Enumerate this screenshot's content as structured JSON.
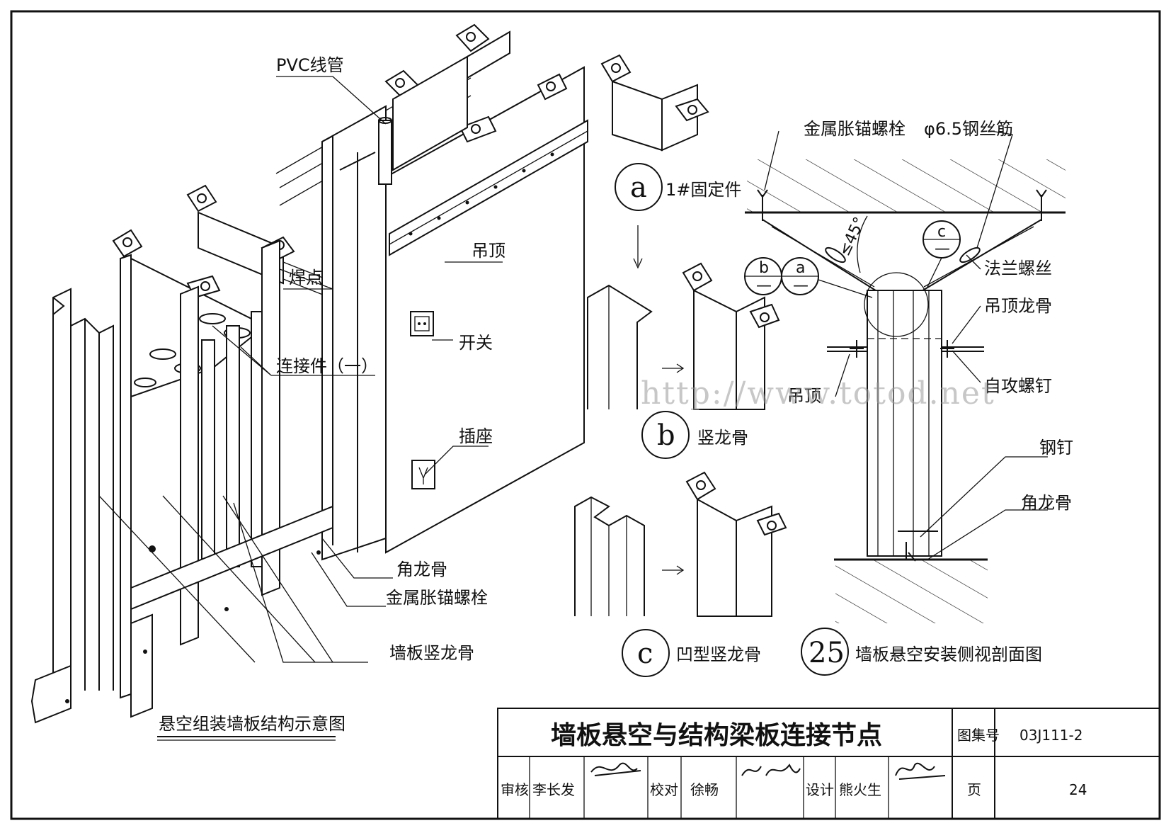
{
  "labels": {
    "pvc_pipe": "PVC线管",
    "weld_point": "焊点",
    "connector_one": "连接件（一）",
    "ceiling_left": "吊顶",
    "switch": "开关",
    "socket": "插座",
    "angle_keel_left": "角龙骨",
    "anchor_bolt_left": "金属胀锚螺栓",
    "wall_stud": "墙板竖龙骨",
    "assembly_caption": "悬空组装墙板结构示意图"
  },
  "details": {
    "a": {
      "letter": "a",
      "caption": "1#固定件"
    },
    "b": {
      "letter": "b",
      "caption": "竖龙骨"
    },
    "c": {
      "letter": "c",
      "caption": "凹型竖龙骨"
    },
    "section": {
      "number": "25",
      "caption": "墙板悬空安装侧视剖面图"
    }
  },
  "section_labels": {
    "anchor_bolt": "金属胀锚螺栓",
    "steel_wire": "φ6.5钢丝筋",
    "angle": "≤45°",
    "ref_b": "b",
    "ref_a": "a",
    "ref_c": "c",
    "ref_dash": "—",
    "flange_bolt": "法兰螺丝",
    "ceiling_keel": "吊顶龙骨",
    "ceiling": "吊顶",
    "self_tapping_screw": "自攻螺钉",
    "steel_nail": "钢钉",
    "angle_keel": "角龙骨"
  },
  "watermark": "http://www.totod.net",
  "title_block": {
    "title": "墙板悬空与结构梁板连接节点",
    "atlas_label": "图集号",
    "atlas_no": "03J111-2",
    "review_label": "审核",
    "reviewer": "李长发",
    "check_label": "校对",
    "checker": "徐畅",
    "design_label": "设计",
    "designer": "熊火生",
    "page_label": "页",
    "page_no": "24"
  }
}
